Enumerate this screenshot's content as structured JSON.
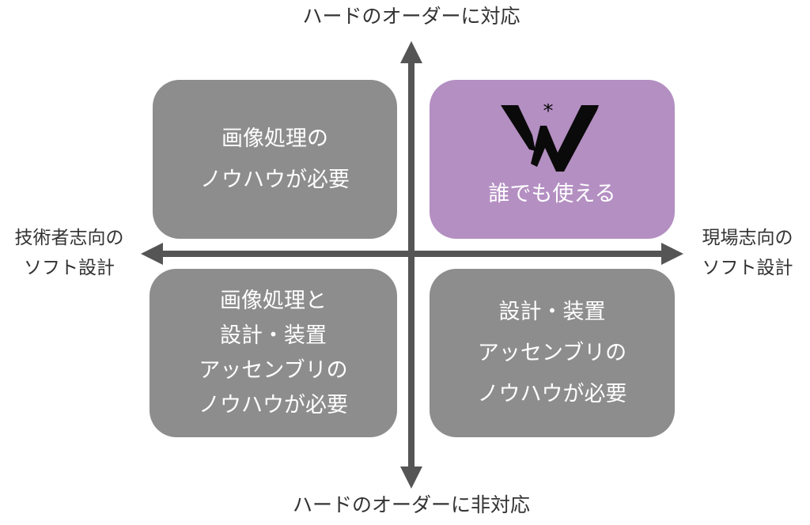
{
  "axes": {
    "top": "ハードのオーダーに対応",
    "bottom": "ハードのオーダーに非対応",
    "left": [
      "技術者志向の",
      "ソフト設計"
    ],
    "right": [
      "現場志向の",
      "ソフト設計"
    ]
  },
  "quadrants": {
    "top_left": [
      "画像処理の",
      "ノウハウが必要"
    ],
    "top_right": {
      "logo_text": "W*",
      "caption": "誰でも使える"
    },
    "bottom_left": [
      "画像処理と",
      "設計・装置",
      "アッセンブリの",
      "ノウハウが必要"
    ],
    "bottom_right": [
      "設計・装置",
      "アッセンブリの",
      "ノウハウが必要"
    ]
  },
  "colors": {
    "gray": "#8d8d8d",
    "purple": "#b48fc2",
    "axis": "#555555"
  }
}
